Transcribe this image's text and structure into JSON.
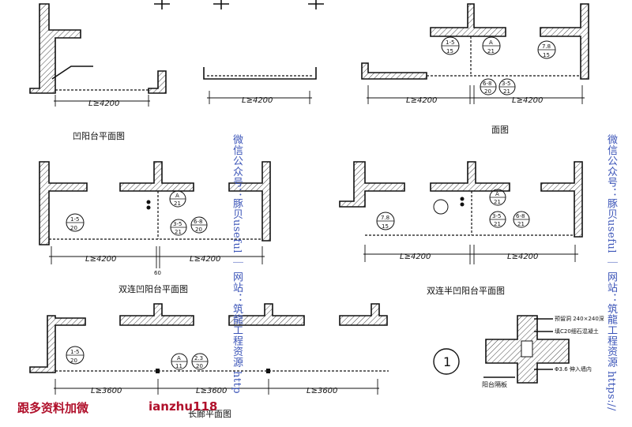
{
  "titles": {
    "recessed_plan": "凹阳台平面图",
    "section": "面图",
    "double_recessed_plan": "双连凹阳台平面图",
    "double_semi_recessed_plan": "双连半凹阳台平面图",
    "long_corridor_plan": "长廊平面图"
  },
  "dimensions": {
    "l4200": "L≥4200",
    "l3600": "L≥3600",
    "arrow_label": "60"
  },
  "detail_labels": {
    "d1_top": "1-5",
    "d1_bot": "15",
    "dA_top": "A",
    "dA_bot": "21",
    "d78_top": "7.8",
    "d78_bot": "15",
    "d68_top": "6-8",
    "d68_bot": "20",
    "d35_top": "3-5",
    "d35_bot": "21",
    "d15b_top": "1-5",
    "d15b_bot": "20",
    "d35b_top": "3-5",
    "d35b_bot": "21",
    "d68b_top": "6-8",
    "d68b_bot": "20",
    "d78b_top": "7.8",
    "d78b_bot": "15",
    "dAb_top": "A",
    "dAb_bot": "21",
    "d35c_top": "3-5",
    "d35c_bot": "21",
    "d68c_top": "6-8",
    "d68c_bot": "21",
    "d15c_top": "1-5",
    "d15c_bot": "20",
    "dAc_top": "A",
    "dAc_bot": "11",
    "d23_top": "2.3",
    "d23_bot": "20"
  },
  "detail_marker": "1",
  "detail_notes": {
    "note1": "预留洞 240×240深",
    "note2": "填C20细石混凝土",
    "note3": "Φ3.6 伸入墙内",
    "label": "阳台隔板"
  },
  "watermarks": {
    "right": "微信公众号：豚贝useful ｜ 网站：筑龍工程资源 https://",
    "middle": "微信公众号：豚贝useful ｜ 网站：筑龍工程资源 http"
  },
  "footer": {
    "left": "跟多资料加微",
    "right": "ianzhu118"
  },
  "colors": {
    "ink": "#111111",
    "watermark": "#3c55b8",
    "footer": "#b0102b"
  }
}
